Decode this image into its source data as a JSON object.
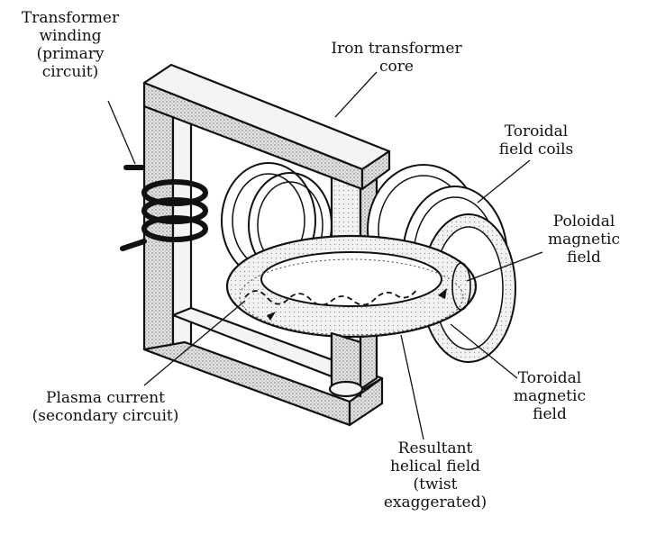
{
  "labels": {
    "transformer_winding": [
      "Transformer",
      "winding",
      "(primary",
      "circuit)"
    ],
    "iron_core": [
      "Iron transformer",
      "core"
    ],
    "toroidal_coils": [
      "Toroidal",
      "field coils"
    ],
    "poloidal_field": [
      "Poloidal",
      "magnetic",
      "field"
    ],
    "toroidal_field": [
      "Toroidal",
      "magnetic",
      "field"
    ],
    "plasma_current": [
      "Plasma current",
      "(secondary circuit)"
    ],
    "helical_field": [
      "Resultant",
      "helical field",
      "(twist",
      "exaggerated)"
    ]
  }
}
